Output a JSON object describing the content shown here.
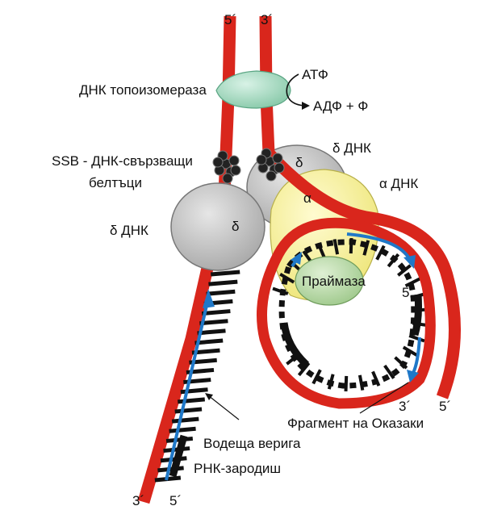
{
  "labels": {
    "top_left_end": "5´",
    "top_right_end": "3´",
    "atp": "АТФ",
    "adp": "АДФ + Ф",
    "topoisomerase": "ДНК топоизомераза",
    "ssb_line1": "SSB - ДНК-свързващи",
    "ssb_line2": "белтъци",
    "delta_dnk_top": "δ ДНК",
    "alpha_dnk": "α ДНК",
    "delta_dnk_left": "δ ДНК",
    "delta_symbol_top": "δ",
    "delta_symbol_left": "δ",
    "alpha_symbol": "α",
    "primase": "Праймаза",
    "lagging_inner_5": "5´",
    "lagging_3": "3´",
    "lagging_5": "5´",
    "okazaki": "Фрагмент на Оказаки",
    "leading_strand": "Водеща верига",
    "rna_primer": "РНК-зародиш",
    "bottom_3": "3´",
    "bottom_5": "5´"
  },
  "colors": {
    "strand": "#d9261c",
    "new_strand": "#1f78c8",
    "rungs": "#111111",
    "primer": "#111111",
    "polymerase": "#bdbdbd",
    "alpha": "#f4ef8a",
    "primase": "#b9d9a8",
    "topoisomerase": "#a9dcc3",
    "ssb": "#222222"
  }
}
